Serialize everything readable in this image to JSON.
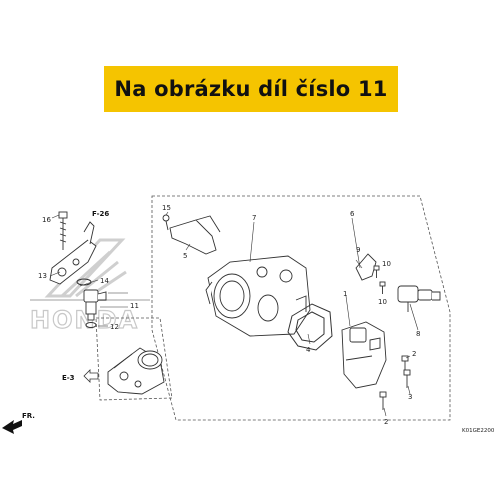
{
  "banner": {
    "text": "Na obrázku díl číslo 11"
  },
  "watermark": "HONDA",
  "callouts": {
    "c1": "1",
    "c2a": "2",
    "c2b": "2",
    "c3": "3",
    "c4": "4",
    "c5": "5",
    "c6": "6",
    "c7": "7",
    "c8": "8",
    "c9": "9",
    "c10a": "10",
    "c10b": "10",
    "c11": "11",
    "c12": "12",
    "c13": "13",
    "c14": "14",
    "c15": "15",
    "c16": "16"
  },
  "refs": {
    "f26": "F-26",
    "e3": "E-3",
    "fr": "FR.",
    "code": "K01GE2200"
  },
  "colors": {
    "banner": "#f5c400",
    "line": "#333333",
    "watermark": "#c8c8c8"
  }
}
